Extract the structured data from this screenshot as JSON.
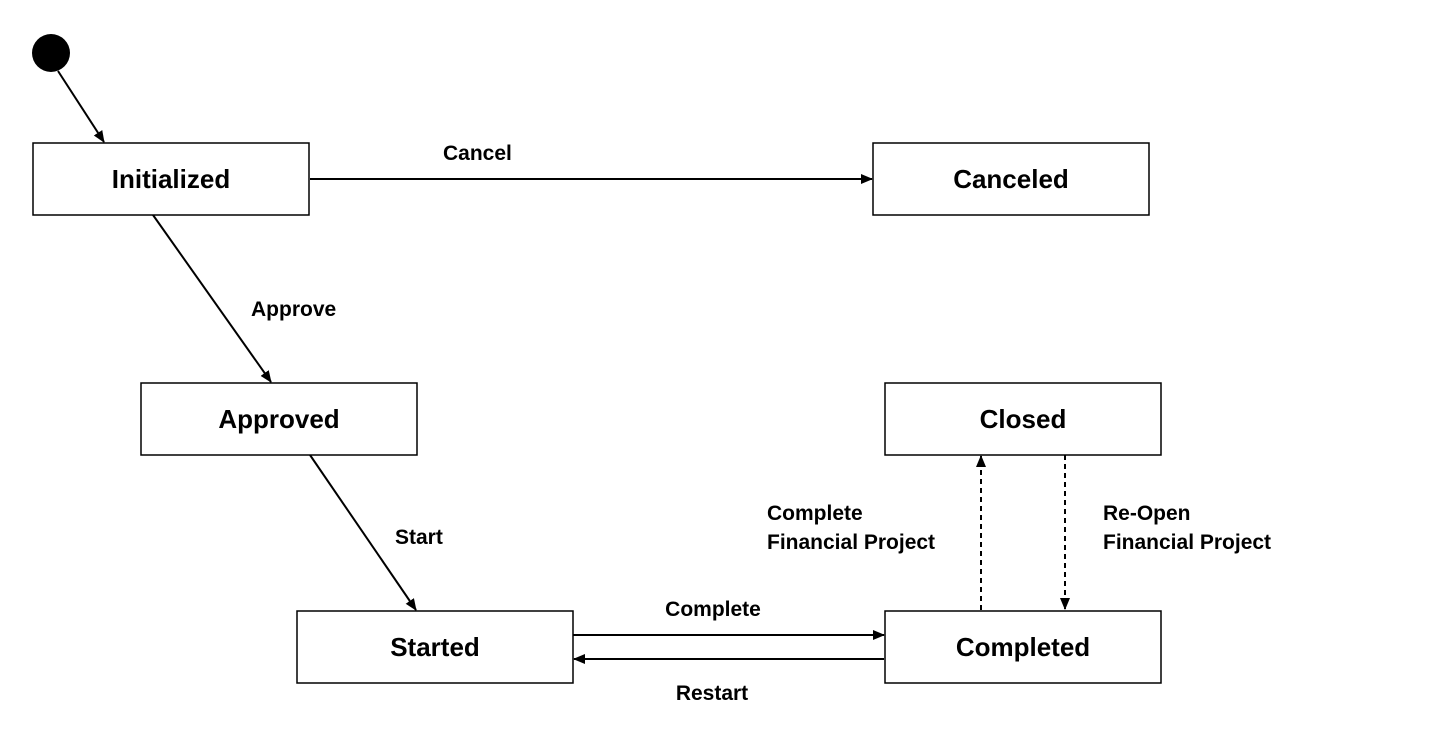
{
  "states": {
    "initialized": "Initialized",
    "canceled": "Canceled",
    "approved": "Approved",
    "closed": "Closed",
    "started": "Started",
    "completed": "Completed"
  },
  "transitions": {
    "cancel": "Cancel",
    "approve": "Approve",
    "start": "Start",
    "complete": "Complete",
    "restart": "Restart",
    "complete_financial_project": [
      "Complete",
      "Financial Project"
    ],
    "reopen_financial_project": [
      "Re-Open",
      "Financial Project"
    ]
  },
  "colors": {
    "stroke": "#000000",
    "background": "#ffffff"
  }
}
